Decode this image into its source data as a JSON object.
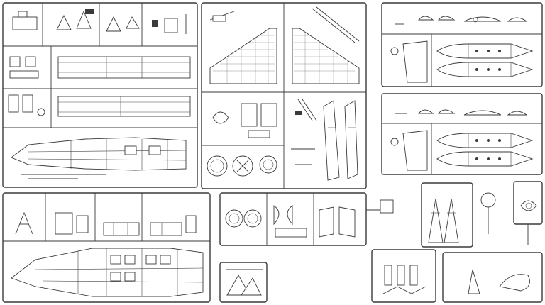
{
  "diagram": {
    "kind": "model kit sprue layout",
    "line_color": "#3a3a3a",
    "background_color": "#ffffff",
    "frames": [
      {
        "id": "sprue-top-left-fuselage",
        "label": ""
      },
      {
        "id": "sprue-top-center-wings",
        "label": ""
      },
      {
        "id": "sprue-top-right-upper-tanks",
        "label": ""
      },
      {
        "id": "sprue-right-middle-tanks",
        "label": ""
      },
      {
        "id": "sprue-bottom-left-fuselage",
        "label": ""
      },
      {
        "id": "sprue-bottom-center-wheels",
        "label": ""
      },
      {
        "id": "sprue-bottom-right-small-a",
        "label": ""
      },
      {
        "id": "sprue-bottom-right-small-b",
        "label": ""
      },
      {
        "id": "sprue-bottom-right-canopy",
        "label": ""
      },
      {
        "id": "sprue-bottom-center-small",
        "label": ""
      }
    ]
  }
}
